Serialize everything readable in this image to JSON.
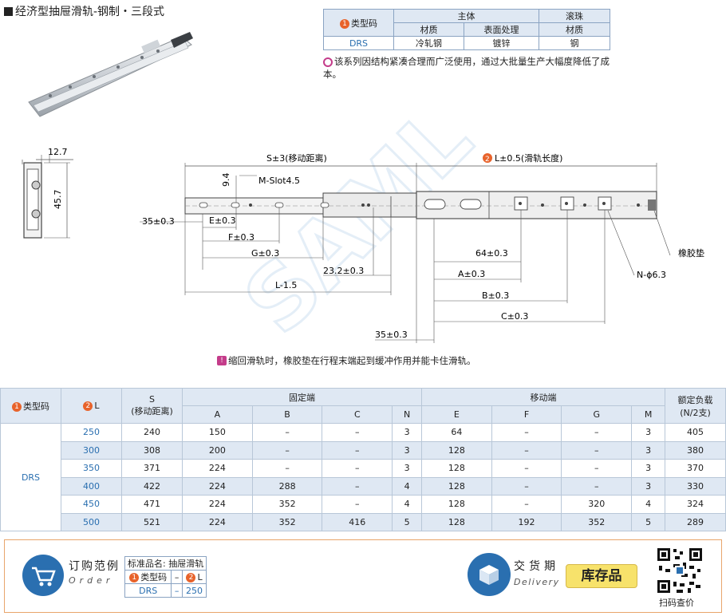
{
  "page": {
    "title": "经济型抽屉滑轨-钢制・三段式"
  },
  "spec_table": {
    "col1_header": "类型码",
    "col1_num": "1",
    "main_header": "主体",
    "ball_header": "滚珠",
    "material_label": "材质",
    "surface_label": "表面处理",
    "ball_material_label": "材质",
    "code": "DRS",
    "material": "冷轧钢",
    "surface": "镀锌",
    "ball_material": "钢"
  },
  "description": "该系列因结构紧凑合理而广泛使用，通过大批量生产大幅度降低了成本。",
  "drawing": {
    "dim_12_7": "12.7",
    "dim_45_7": "45.7",
    "stroke": "S±3(移动距离)",
    "length_num": "2",
    "length_label": "L±0.5(滑轨长度)",
    "dim_9_4": "9.4",
    "slot": "M-Slot4.5",
    "dim_35_left": "35±0.3",
    "dim_e": "E±0.3",
    "dim_f": "F±0.3",
    "dim_g": "G±0.3",
    "dim_23_2": "23.2±0.3",
    "dim_l15": "L-1.5",
    "dim_64": "64±0.3",
    "dim_a": "A±0.3",
    "dim_b": "B±0.3",
    "dim_c": "C±0.3",
    "dim_35_bottom": "35±0.3",
    "rubber": "橡胶垫",
    "hole": "N-ϕ6.3"
  },
  "note": "缩回滑轨时，橡胶垫在行程末端起到缓冲作用并能卡住滑轨。",
  "main_table": {
    "headers": {
      "code": "类型码",
      "length": "L",
      "s": "S",
      "s_sub": "(移动距离)",
      "fixed": "固定端",
      "moving": "移动端",
      "load": "额定负载",
      "load_sub": "(N/2支)",
      "a": "A",
      "b": "B",
      "c": "C",
      "n": "N",
      "e": "E",
      "f": "F",
      "g": "G",
      "m": "M"
    },
    "code": "DRS",
    "rows": [
      {
        "l": "250",
        "s": "240",
        "a": "150",
        "b": "–",
        "c": "–",
        "n": "3",
        "e": "64",
        "f": "–",
        "g": "–",
        "m": "3",
        "load": "405"
      },
      {
        "l": "300",
        "s": "308",
        "a": "200",
        "b": "–",
        "c": "–",
        "n": "3",
        "e": "128",
        "f": "–",
        "g": "–",
        "m": "3",
        "load": "380"
      },
      {
        "l": "350",
        "s": "371",
        "a": "224",
        "b": "–",
        "c": "–",
        "n": "3",
        "e": "128",
        "f": "–",
        "g": "–",
        "m": "3",
        "load": "370"
      },
      {
        "l": "400",
        "s": "422",
        "a": "224",
        "b": "288",
        "c": "–",
        "n": "4",
        "e": "128",
        "f": "–",
        "g": "–",
        "m": "3",
        "load": "330"
      },
      {
        "l": "450",
        "s": "471",
        "a": "224",
        "b": "352",
        "c": "–",
        "n": "4",
        "e": "128",
        "f": "–",
        "g": "320",
        "m": "4",
        "load": "324"
      },
      {
        "l": "500",
        "s": "521",
        "a": "224",
        "b": "352",
        "c": "416",
        "n": "5",
        "e": "128",
        "f": "192",
        "g": "352",
        "m": "5",
        "load": "289"
      }
    ]
  },
  "footer": {
    "order_label": "订购范例",
    "order_label_en": "Order",
    "order_table_title": "标准品名: 抽屉滑轨",
    "order_code_header": "类型码",
    "order_dash": "–",
    "order_len_header": "L",
    "order_code": "DRS",
    "order_len": "250",
    "delivery_label": "交货期",
    "delivery_label_en": "Delivery",
    "stock": "库存品",
    "qr_label": "扫码查价"
  }
}
